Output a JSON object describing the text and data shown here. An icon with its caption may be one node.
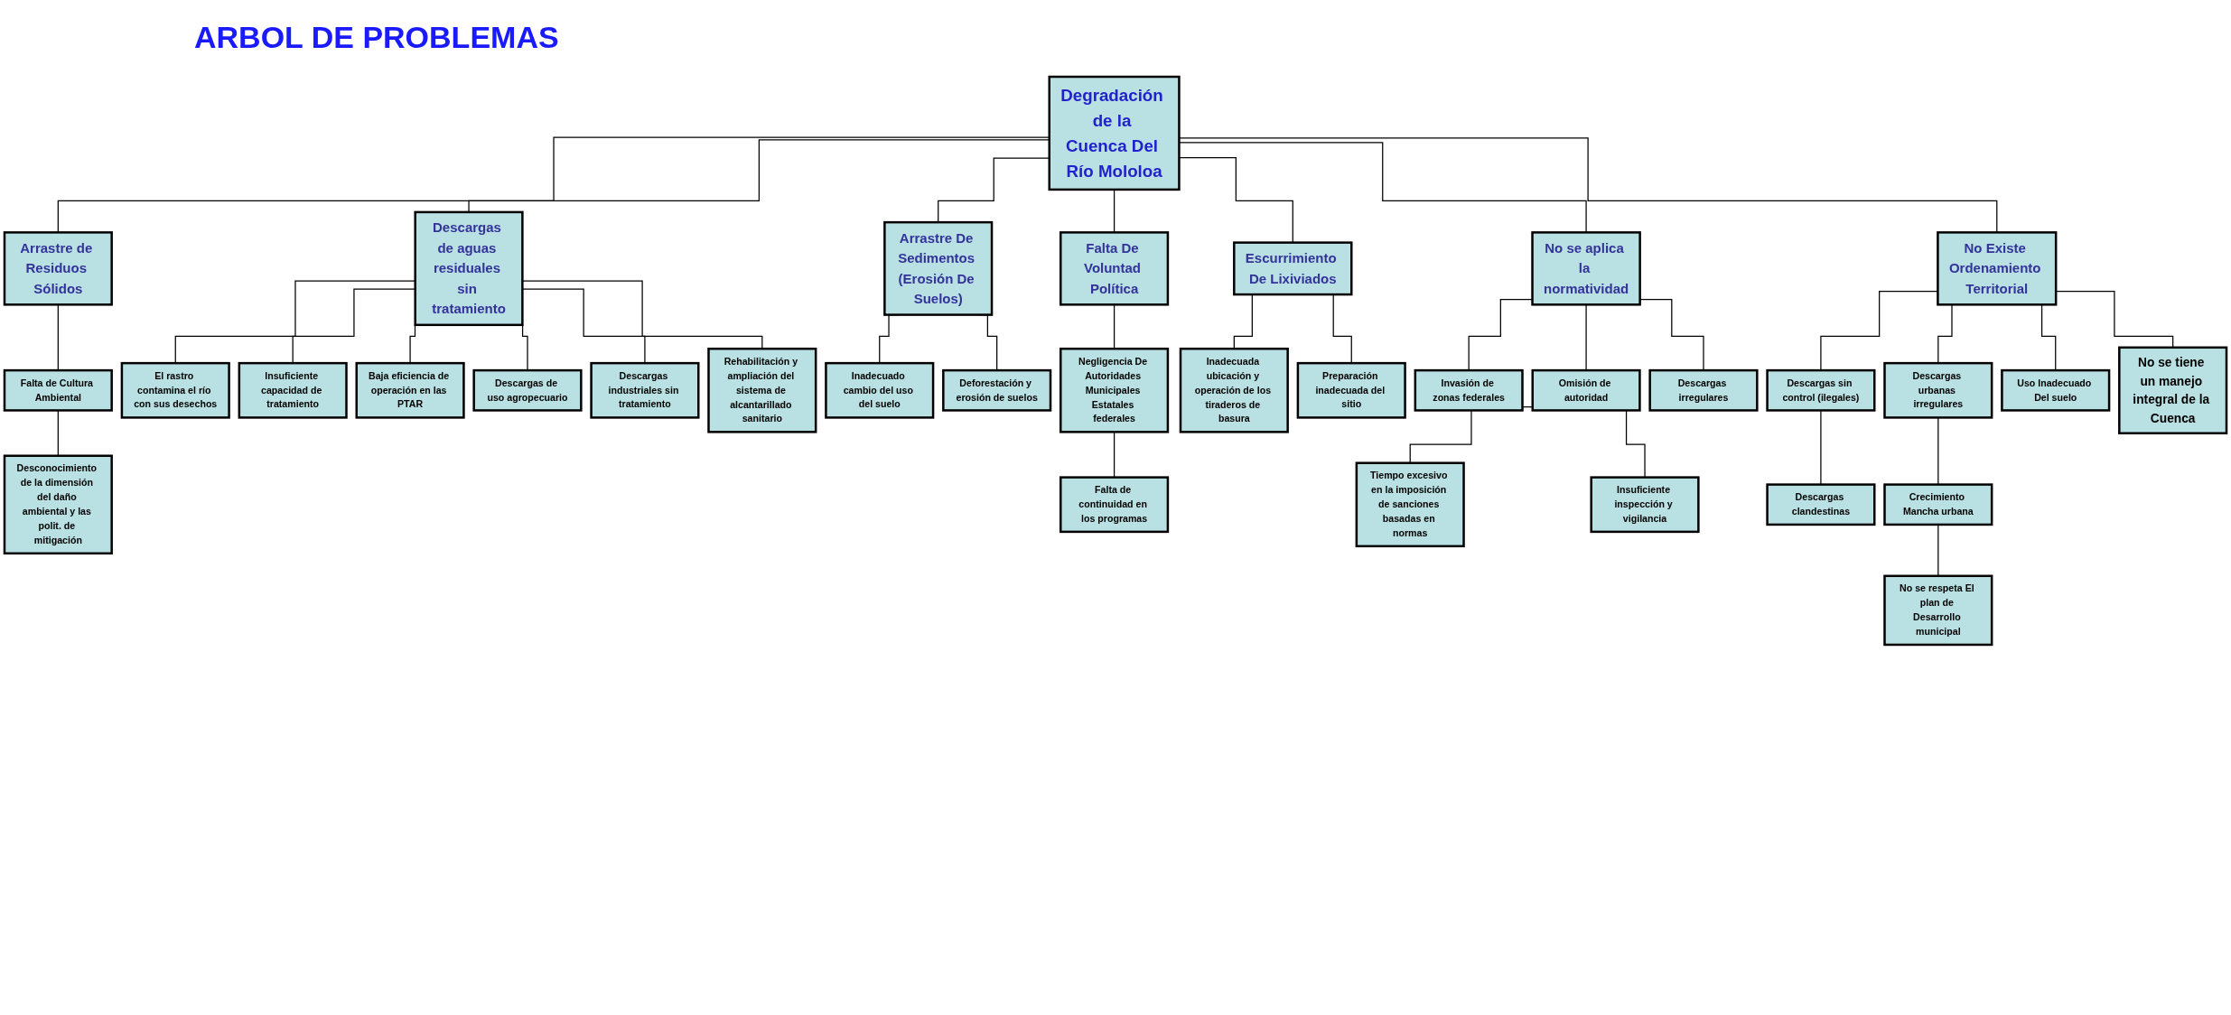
{
  "diagram": {
    "title": "ARBOL DE PROBLEMAS",
    "nodes": [
      {
        "text": [
          "Degradación de la Cuenca Del Río Mololoa"
        ]
      },
      {
        "text": [
          "Arrastre de Residuos Sólidos"
        ]
      },
      {
        "text": [
          "Descargas de aguas residuales sin tratamiento"
        ]
      },
      {
        "text": [
          "Arrastre De Sedimentos (Erosión De Suelos)"
        ]
      },
      {
        "text": [
          "Falta De Voluntad Política"
        ]
      },
      {
        "text": [
          "Escurrimiento De Lixiviados"
        ]
      },
      {
        "text": [
          "No se aplica la normatividad"
        ]
      },
      {
        "text": [
          "No Existe Ordenamiento Territorial"
        ]
      },
      {
        "text": [
          "Falta de Cultura Ambiental"
        ]
      },
      {
        "text": [
          "Desconocimiento de la dimensión del daño ambiental y las polit. de mitigación"
        ]
      },
      {
        "text": [
          "El rastro contamina el río con sus desechos"
        ]
      },
      {
        "text": [
          "Insuficiente capacidad de tratamiento"
        ]
      },
      {
        "text": [
          "Baja eficiencia de operación en las PTAR"
        ]
      },
      {
        "text": [
          "Descargas de uso agropecuario"
        ]
      },
      {
        "text": [
          "Descargas industriales sin tratamiento"
        ]
      },
      {
        "text": [
          "Rehabilitación y ampliación del sistema de alcantarillado sanitario"
        ]
      },
      {
        "text": [
          "Inadecuado cambio del uso del suelo"
        ]
      },
      {
        "text": [
          "Deforestación y erosión de suelos"
        ]
      },
      {
        "text": [
          "Negligencia De Autoridades Municipales Estatales federales"
        ]
      },
      {
        "text": [
          "Falta de continuidad en los programas"
        ]
      },
      {
        "text": [
          "Inadecuada ubicación y operación de los tiraderos de basura"
        ]
      },
      {
        "text": [
          "Preparación inadecuada del sitio"
        ]
      },
      {
        "text": [
          "Invasión de zonas federales"
        ]
      },
      {
        "text": [
          "Omisión de autoridad"
        ]
      },
      {
        "text": [
          "Descargas irregulares"
        ]
      },
      {
        "text": [
          "Tiempo excesivo en la imposición de sanciones basadas en normas"
        ]
      },
      {
        "text": [
          "Insuficiente inspección y vigilancia"
        ]
      },
      {
        "text": [
          "Descargas sin control (ilegales)"
        ]
      },
      {
        "text": [
          "Descargas urbanas irregulares"
        ]
      },
      {
        "text": [
          "Uso Inadecuado Del suelo"
        ]
      },
      {
        "text": [
          "Descargas clandestinas"
        ]
      },
      {
        "text": [
          "Crecimiento Mancha urbana"
        ]
      },
      {
        "text": [
          "No se respeta El plan de Desarrollo municipal"
        ]
      },
      {
        "text": [
          "No se tiene un manejo integral de la Cuenca"
        ]
      }
    ],
    "edges": [
      {
        "from": 0,
        "to": 1,
        "arrow": "none"
      },
      {
        "from": 0,
        "to": 2,
        "arrow": "none"
      },
      {
        "from": 0,
        "to": 3,
        "arrow": "none"
      },
      {
        "from": 0,
        "to": 4,
        "arrow": "none"
      },
      {
        "from": 0,
        "to": 5,
        "arrow": "none"
      },
      {
        "from": 0,
        "to": 6,
        "arrow": "none"
      },
      {
        "from": 0,
        "to": 7,
        "arrow": "none"
      },
      {
        "from": 1,
        "to": 8,
        "arrow": "none"
      },
      {
        "from": 8,
        "to": 9,
        "arrow": "none"
      },
      {
        "from": 2,
        "to": 10,
        "arrow": "none"
      },
      {
        "from": 2,
        "to": 11,
        "arrow": "none"
      },
      {
        "from": 2,
        "to": 12,
        "arrow": "none"
      },
      {
        "from": 2,
        "to": 13,
        "arrow": "none"
      },
      {
        "from": 2,
        "to": 14,
        "arrow": "none"
      },
      {
        "from": 2,
        "to": 15,
        "arrow": "none"
      },
      {
        "from": 3,
        "to": 16,
        "arrow": "none"
      },
      {
        "from": 3,
        "to": 17,
        "arrow": "none"
      },
      {
        "from": 4,
        "to": 18,
        "arrow": "none"
      },
      {
        "from": 18,
        "to": 19,
        "arrow": "none"
      },
      {
        "from": 5,
        "to": 20,
        "arrow": "none"
      },
      {
        "from": 5,
        "to": 21,
        "arrow": "none"
      },
      {
        "from": 6,
        "to": 22,
        "arrow": "none"
      },
      {
        "from": 6,
        "to": 23,
        "arrow": "none"
      },
      {
        "from": 6,
        "to": 24,
        "arrow": "none"
      },
      {
        "from": 23,
        "to": 25,
        "arrow": "none"
      },
      {
        "from": 23,
        "to": 26,
        "arrow": "none"
      },
      {
        "from": 7,
        "to": 27,
        "arrow": "none"
      },
      {
        "from": 7,
        "to": 28,
        "arrow": "none"
      },
      {
        "from": 7,
        "to": 29,
        "arrow": "none"
      },
      {
        "from": 27,
        "to": 30,
        "arrow": "none"
      },
      {
        "from": 28,
        "to": 31,
        "arrow": "none"
      },
      {
        "from": 31,
        "to": 32,
        "arrow": "none"
      },
      {
        "from": 7,
        "to": 33,
        "arrow": "none"
      }
    ]
  }
}
